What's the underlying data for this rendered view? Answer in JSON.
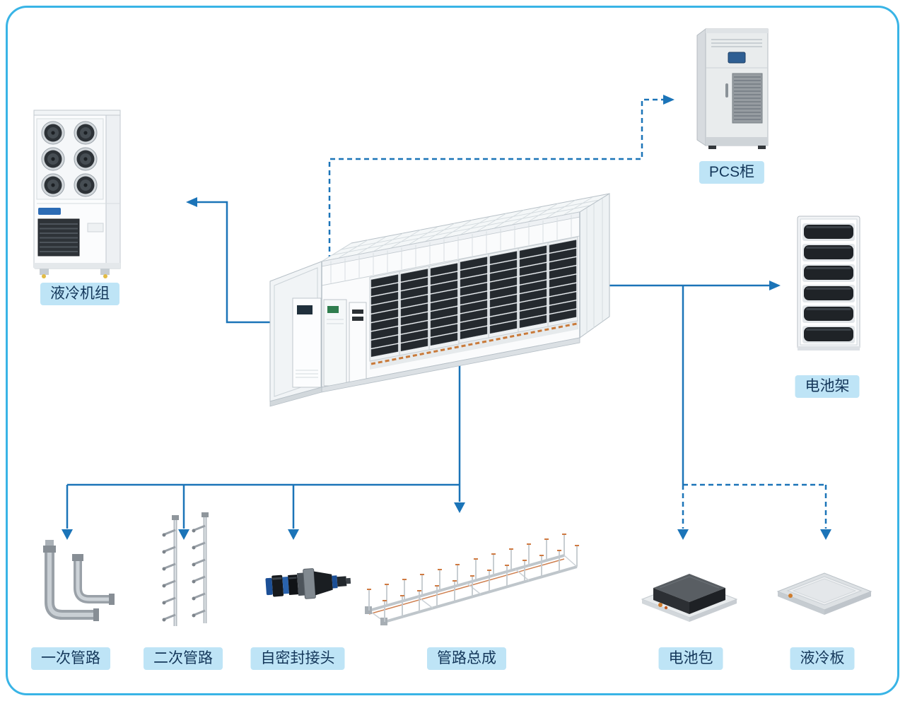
{
  "style": {
    "canvas_bg": "#FFFFFF",
    "border_color": "#39B4E6",
    "arrow_color": "#1B74B8",
    "label_bg": "#BEE4F6",
    "label_text": "#14375A"
  },
  "nodes": {
    "cooling_unit": {
      "label": "液冷机组"
    },
    "pcs_cabinet": {
      "label": "PCS柜"
    },
    "battery_rack": {
      "label": "电池架"
    },
    "primary_piping": {
      "label": "一次管路"
    },
    "secondary_piping": {
      "label": "二次管路"
    },
    "self_sealing_connector": {
      "label": "自密封接头"
    },
    "piping_assembly": {
      "label": "管路总成"
    },
    "battery_pack": {
      "label": "电池包"
    },
    "cooling_plate": {
      "label": "液冷板"
    }
  },
  "connections": [
    {
      "from": "container",
      "to": "cooling_unit",
      "style": "solid"
    },
    {
      "from": "container",
      "to": "pcs_cabinet",
      "style": "dashed"
    },
    {
      "from": "container",
      "to": "battery_rack",
      "style": "solid"
    },
    {
      "from": "container",
      "to": "battery_pack",
      "style": "dashed"
    },
    {
      "from": "container",
      "to": "cooling_plate",
      "style": "dashed"
    },
    {
      "from": "container",
      "to": "piping_assembly",
      "style": "solid"
    },
    {
      "from": "container",
      "to": "primary_piping",
      "style": "solid"
    },
    {
      "from": "container",
      "to": "secondary_piping",
      "style": "solid"
    },
    {
      "from": "container",
      "to": "self_sealing_connector",
      "style": "solid"
    }
  ]
}
